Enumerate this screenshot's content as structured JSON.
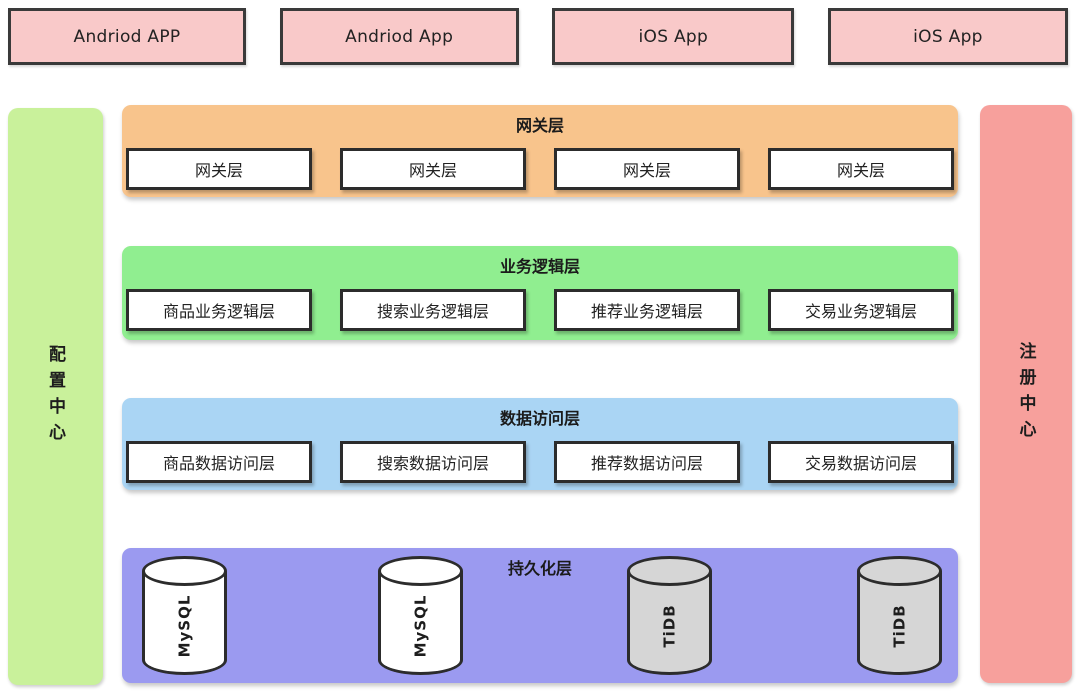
{
  "top_apps": [
    {
      "label": "Andriod APP"
    },
    {
      "label": "Andriod App"
    },
    {
      "label": "iOS App"
    },
    {
      "label": "iOS App"
    }
  ],
  "side_bars": {
    "left": {
      "label": "配置中心",
      "color": "#c9f19b"
    },
    "right": {
      "label": "注册中心",
      "color": "#f7a09c"
    }
  },
  "layers": [
    {
      "id": "gateway",
      "title": "网关层",
      "color": "#f8c48c",
      "boxes": [
        "网关层",
        "网关层",
        "网关层",
        "网关层"
      ]
    },
    {
      "id": "business",
      "title": "业务逻辑层",
      "color": "#90ee90",
      "boxes": [
        "商品业务逻辑层",
        "搜索业务逻辑层",
        "推荐业务逻辑层",
        "交易业务逻辑层"
      ]
    },
    {
      "id": "data-access",
      "title": "数据访问层",
      "color": "#aad5f4",
      "boxes": [
        "商品数据访问层",
        "搜索数据访问层",
        "推荐数据访问层",
        "交易数据访问层"
      ]
    },
    {
      "id": "persistence",
      "title": "持久化层",
      "color": "#9b9af0",
      "databases": [
        {
          "label": "MySQL",
          "fill": "#ffffff"
        },
        {
          "label": "MySQL",
          "fill": "#ffffff"
        },
        {
          "label": "TiDB",
          "fill": "#d6d6d6"
        },
        {
          "label": "TiDB",
          "fill": "#d6d6d6"
        }
      ]
    }
  ],
  "style": {
    "app_box_color": "#f9c9c9",
    "border_color": "#2c2c2c"
  }
}
